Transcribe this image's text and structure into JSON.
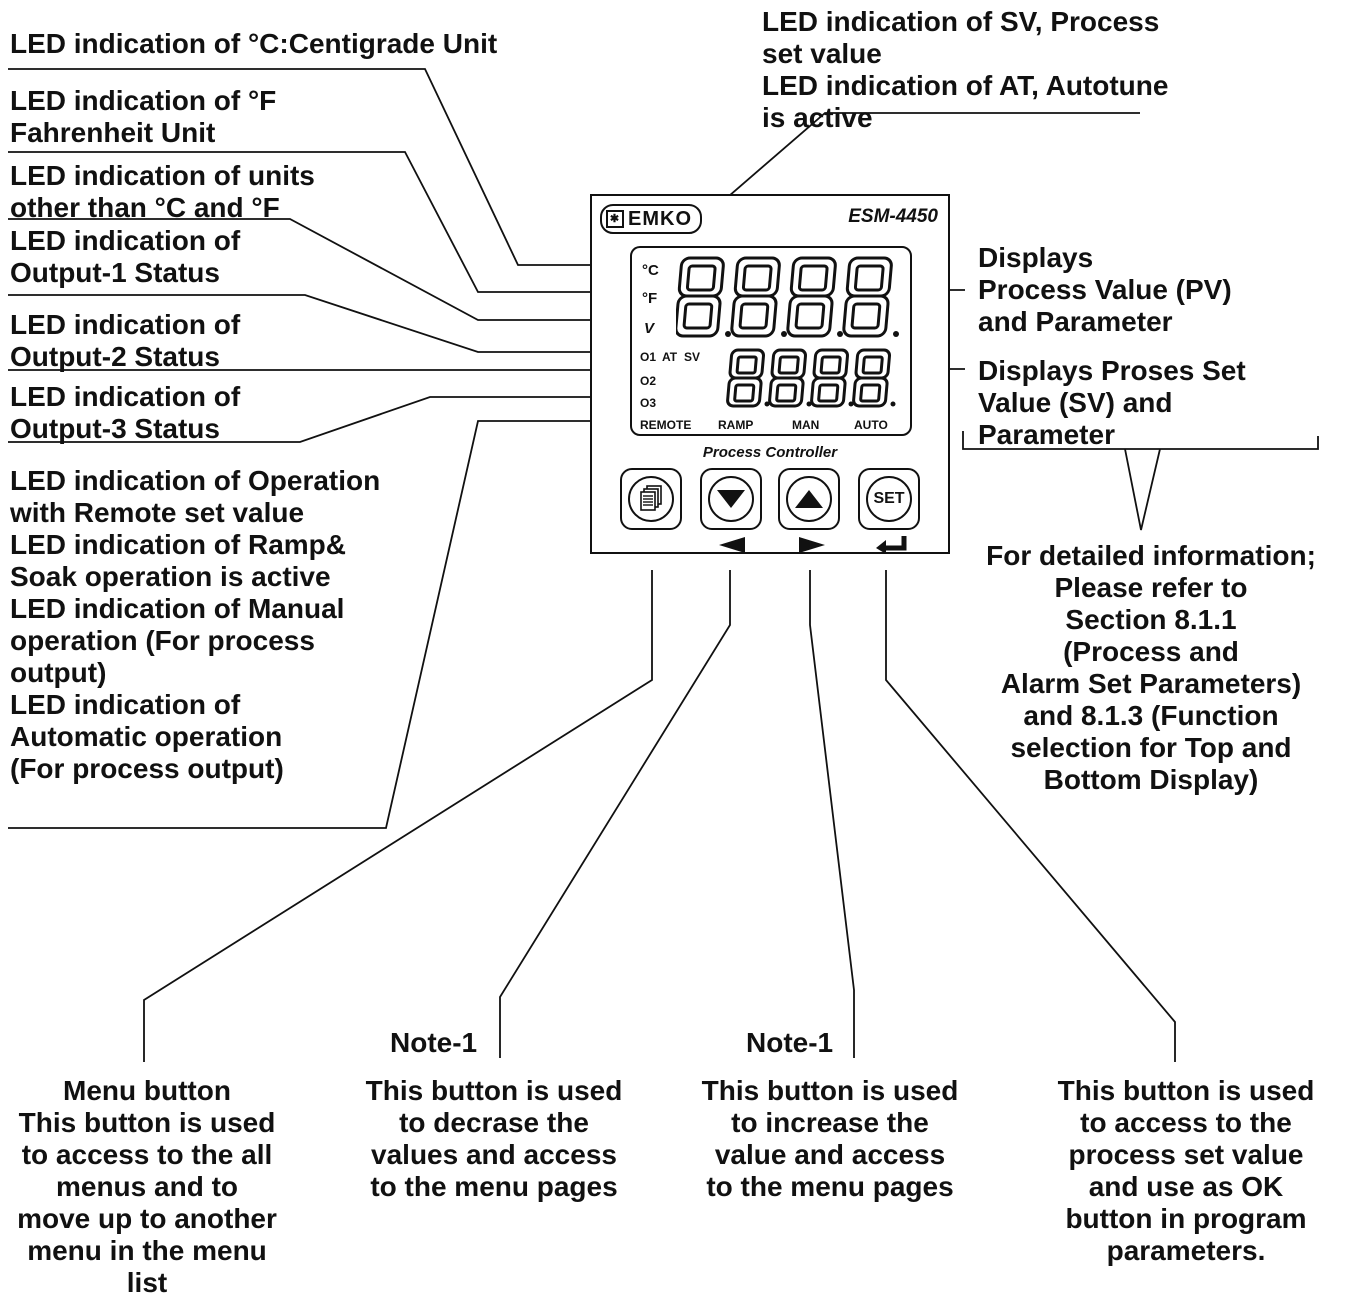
{
  "device": {
    "brand": "EMKO",
    "model": "ESM-4450",
    "controller_title": "Process Controller",
    "unit_leds": [
      "°C",
      "°F",
      "V"
    ],
    "status_leds": [
      "O1",
      "AT",
      "SV",
      "O2",
      "O3"
    ],
    "mode_leds": [
      "REMOTE",
      "RAMP",
      "MAN",
      "AUTO"
    ],
    "set_button_label": "SET"
  },
  "labels": {
    "celsius": [
      "LED indication of °C:Centigrade Unit"
    ],
    "fahrenheit": [
      "LED indication of °F",
      "Fahrenheit Unit"
    ],
    "other_units": [
      "LED indication of units",
      "other than °C and °F"
    ],
    "output1": [
      "LED indication of",
      "Output-1 Status"
    ],
    "output2": [
      "LED indication of",
      "Output-2 Status"
    ],
    "output3": [
      "LED indication of",
      "Output-3 Status"
    ],
    "modes": [
      "LED indication of Operation",
      "with Remote set value",
      "LED indication of Ramp&",
      "Soak operation is active",
      "LED indication of Manual",
      "operation (For process",
      "output)",
      "LED indication of",
      "Automatic operation",
      "(For process output)"
    ],
    "sv_at": [
      "LED indication of SV, Process",
      "set value",
      "LED indication of AT, Autotune",
      "is active"
    ],
    "pv_display": [
      "Displays",
      "Process Value (PV)",
      "and Parameter"
    ],
    "sv_display": [
      "Displays Proses Set",
      "Value (SV) and",
      "Parameter"
    ],
    "detail_info": [
      "For detailed information;",
      "Please refer to",
      "Section 8.1.1",
      "(Process and",
      "Alarm Set Parameters)",
      "and 8.1.3 (Function",
      "selection for Top and",
      "Bottom Display)"
    ],
    "note_down": "Note-1",
    "note_up": "Note-1",
    "menu_button_desc": [
      "Menu button",
      "This button is used",
      "to access to the all",
      "menus and to",
      "move up to another",
      "menu in the menu",
      "list"
    ],
    "down_button_desc": [
      "This button is used",
      "to decrase the",
      "values and access",
      "to the menu pages"
    ],
    "up_button_desc": [
      "This button is used",
      "to increase the",
      "value and access",
      "to the menu pages"
    ],
    "set_button_desc": [
      "This button is used",
      "to access to the",
      "process set value",
      "and use as OK",
      "button in program",
      "parameters."
    ]
  }
}
